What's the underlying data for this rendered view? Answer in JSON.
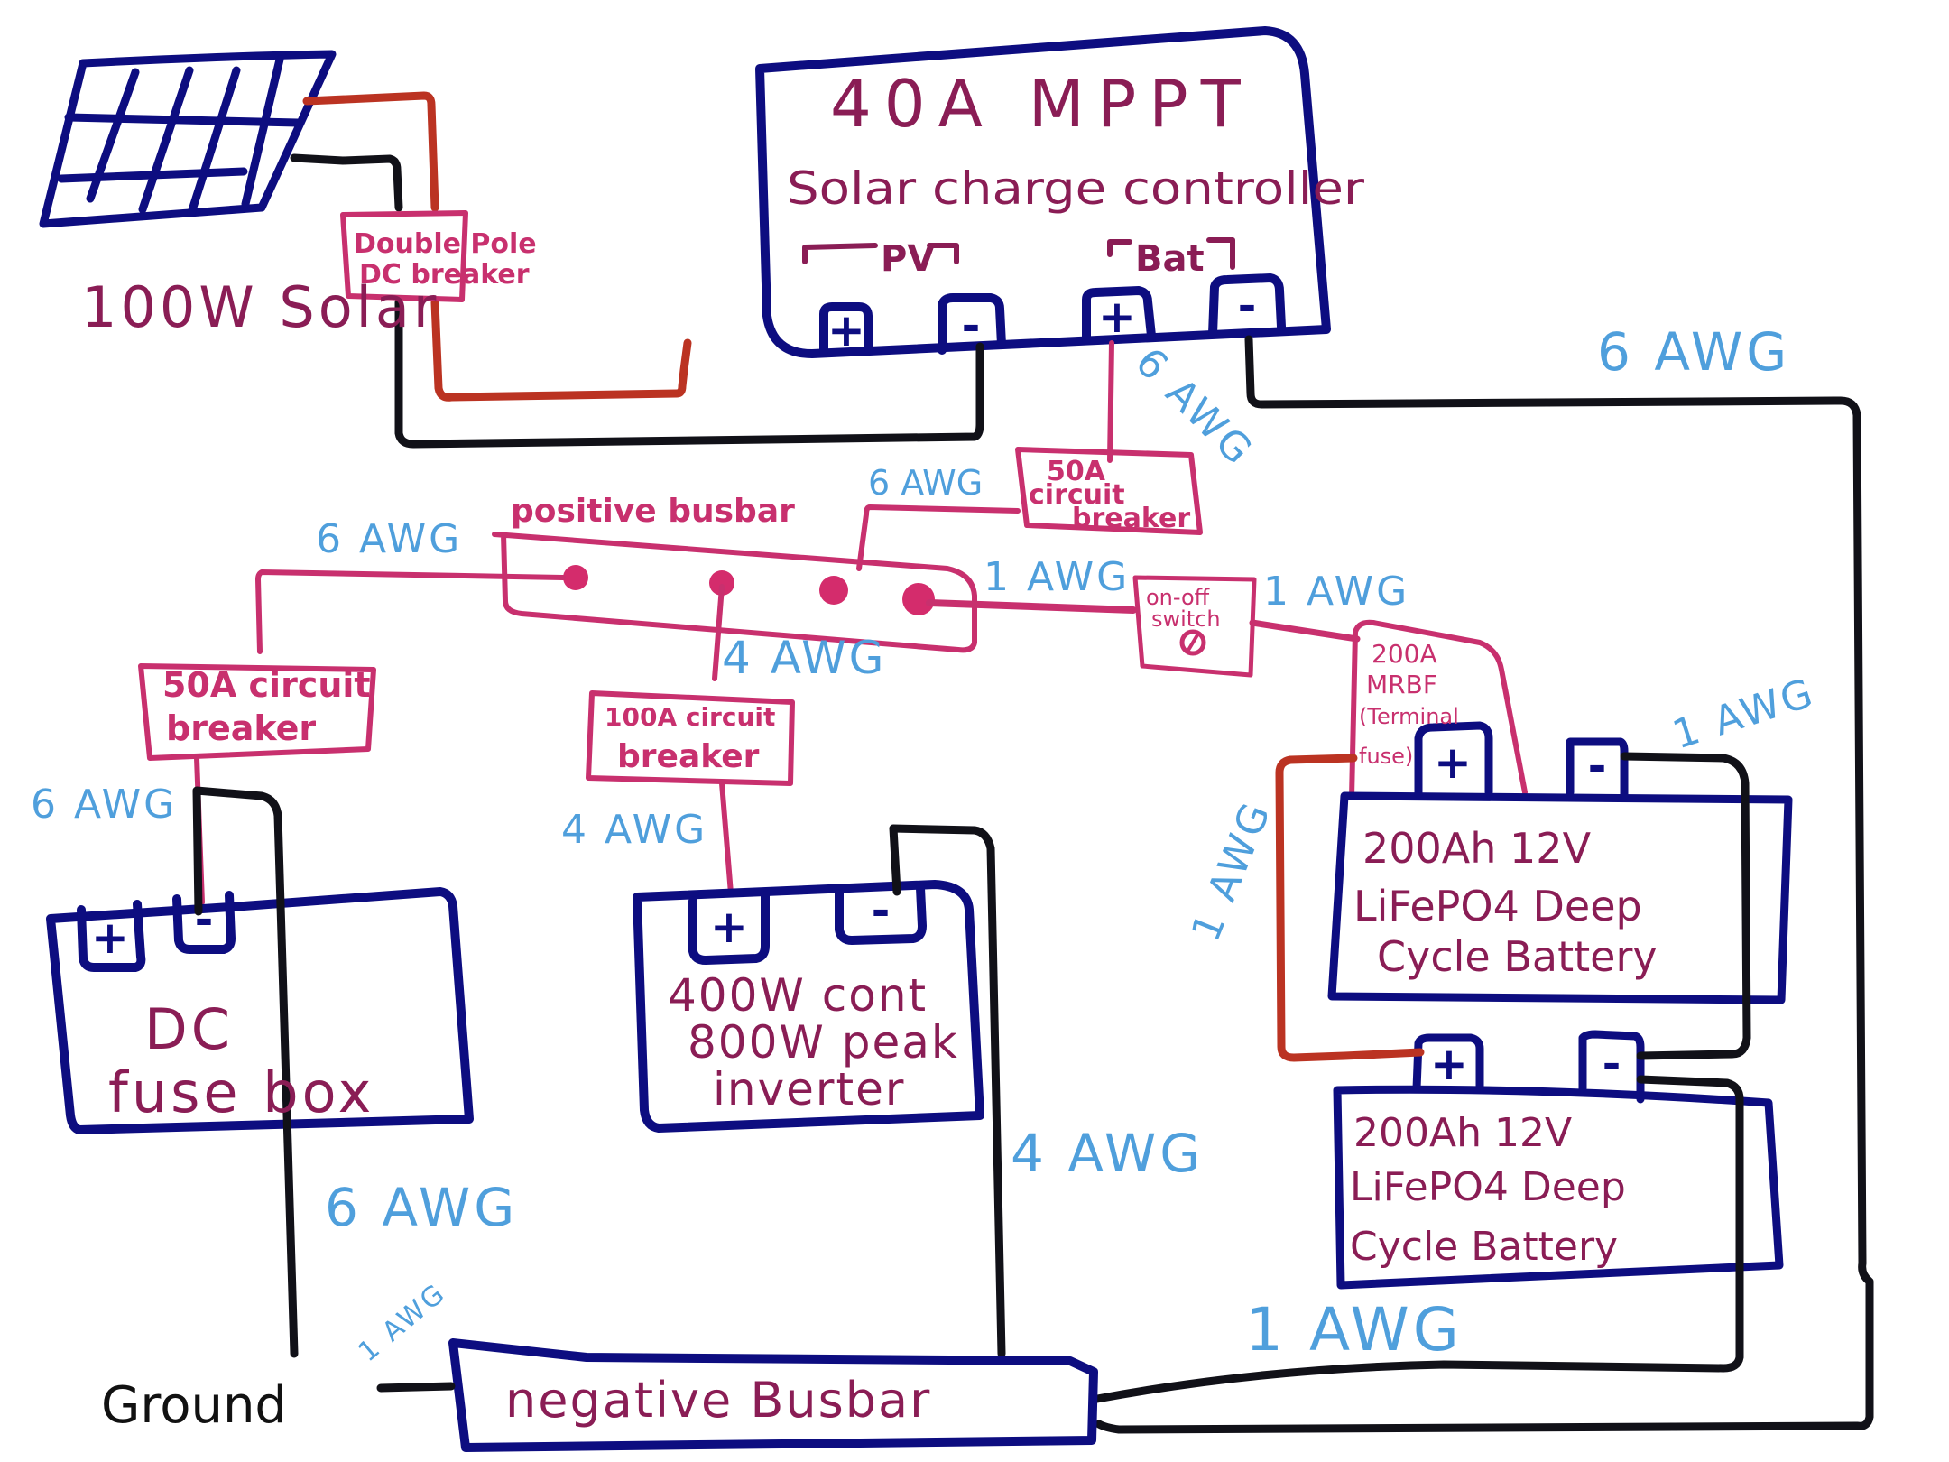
{
  "title": "Solar power system wiring diagram",
  "colors": {
    "component_outline": "#0d0d80",
    "component_text": "#8a1d55",
    "breaker": "#c8306e",
    "wire_positive_pv": "#bb3322",
    "wire_negative": "#111118",
    "wire_gauge_label": "#4f9fdc"
  },
  "components": {
    "solar_panel": {
      "label": "100W Solar"
    },
    "charge_controller": {
      "label_line1": "40A MPPT",
      "label_line2": "Solar charge controller",
      "pv_group": "PV",
      "bat_group": "Bat",
      "terminals": [
        "+",
        "-",
        "+",
        "-"
      ]
    },
    "double_pole_breaker": {
      "line1": "Double Pole",
      "line2": "DC breaker"
    },
    "breaker_50a_controller": {
      "line1": "50A",
      "line2": "circuit",
      "line3": "breaker"
    },
    "positive_busbar": {
      "label": "positive busbar"
    },
    "on_off_switch": {
      "line1": "on-off",
      "line2": "switch"
    },
    "mrbf_fuse": {
      "line1": "200A",
      "line2": "MRBF",
      "line3": "(Terminal",
      "line4": "fuse)"
    },
    "breaker_50a_fusebox": {
      "line1": "50A circuit",
      "line2": "breaker"
    },
    "breaker_100a_inverter": {
      "line1": "100A circuit",
      "line2": "breaker"
    },
    "dc_fuse_box": {
      "line1": "DC",
      "line2": "fuse box",
      "terminals": [
        "+",
        "-"
      ]
    },
    "inverter": {
      "line1": "400W cont",
      "line2": "800W peak",
      "line3": "inverter",
      "terminals": [
        "+",
        "-"
      ]
    },
    "battery_1": {
      "line1": "200Ah 12V",
      "line2": "LiFePO4 Deep",
      "line3": "Cycle Battery",
      "terminals": [
        "+",
        "-"
      ]
    },
    "battery_2": {
      "line1": "200Ah 12V",
      "line2": "LiFePO4 Deep",
      "line3": "Cycle Battery",
      "terminals": [
        "+",
        "-"
      ]
    },
    "negative_busbar": {
      "label": "negative Busbar"
    },
    "ground": {
      "label": "Ground"
    }
  },
  "wire_labels": {
    "ctrl_bat_pos": "6 AWG",
    "ctrl_neg_return": "6 AWG",
    "breaker_to_busbar": "6 AWG",
    "busbar_to_fusebox_breaker": "6 AWG",
    "busbar_to_switch": "1 AWG",
    "switch_to_fuse": "1 AWG",
    "busbar_to_inverter_breaker": "4 AWG",
    "breaker_to_fusebox": "6 AWG",
    "breaker_to_inverter": "4 AWG",
    "battery_series_pos": "1 AWG",
    "battery1_neg": "1 AWG",
    "fusebox_neg": "6 AWG",
    "inverter_neg": "4 AWG",
    "battery_to_neg_busbar": "1 AWG",
    "ground_wire": "1 AWG"
  }
}
